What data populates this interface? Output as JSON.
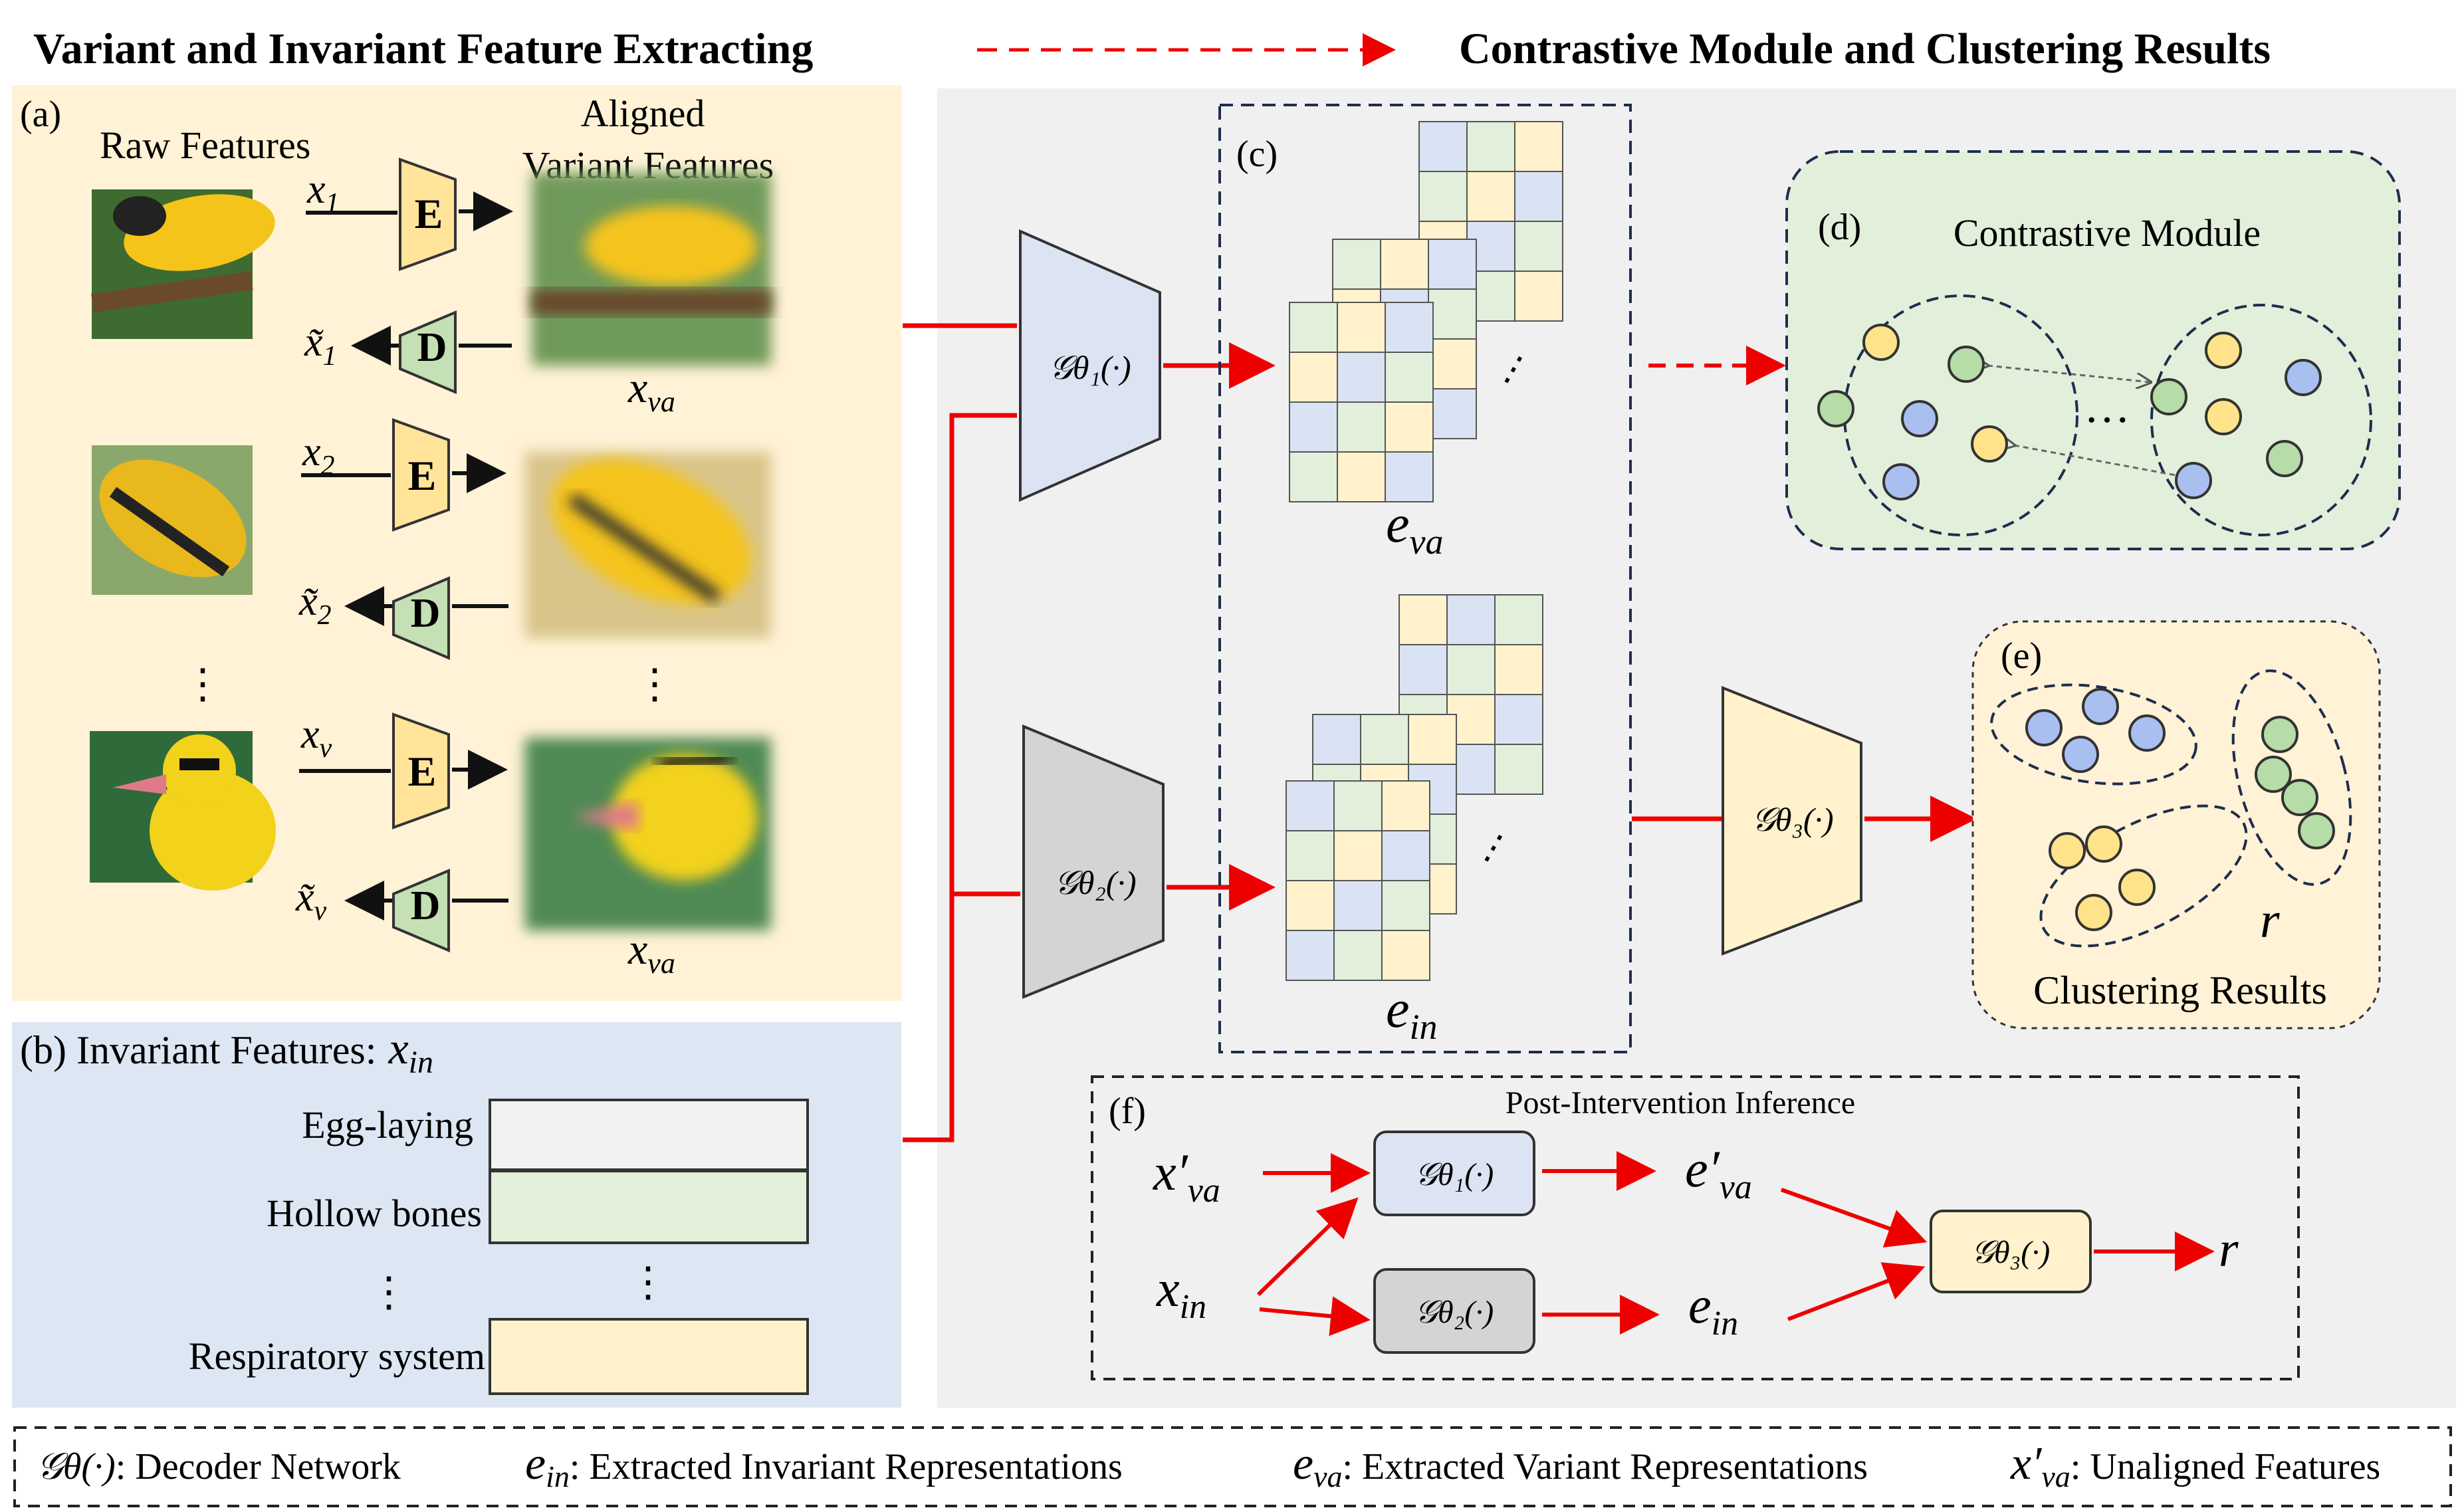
{
  "header": {
    "left_title": "Variant and Invariant Feature Extracting",
    "right_title": "Contrastive Module and Clustering Results"
  },
  "panel_a": {
    "tag": "(a)",
    "raw_label": "Raw Features",
    "aligned_label_1": "Aligned",
    "aligned_label_2": "Variant Features",
    "encoder": "E",
    "decoder": "D",
    "rows": [
      {
        "x": "x",
        "x_sub": "1",
        "xr": "x̃",
        "xr_sub": "1",
        "out": "x",
        "out_sub": "va"
      },
      {
        "x": "x",
        "x_sub": "2",
        "xr": "x̃",
        "xr_sub": "2",
        "out": "",
        "out_sub": ""
      },
      {
        "x": "x",
        "x_sub": "v",
        "xr": "x̃",
        "xr_sub": "v",
        "out": "x",
        "out_sub": "va"
      }
    ],
    "ellipsis": "⋮"
  },
  "panel_b": {
    "tag": "(b) Invariant Features:",
    "var": "x",
    "var_sub": "in",
    "items": [
      "Egg-laying",
      "Hollow bones",
      "Respiratory system"
    ],
    "colors": [
      "#f2f2f2",
      "#e2efda",
      "#fff2cc"
    ]
  },
  "panel_c": {
    "tag": "(c)",
    "e_va": "e",
    "e_va_sub": "va",
    "e_in": "e",
    "e_in_sub": "in",
    "g1": "𝒢θ₁(·)",
    "g2": "𝒢θ₂(·)",
    "g3": "𝒢θ₃(·)"
  },
  "panel_d": {
    "tag": "(d)",
    "title": "Contrastive Module",
    "dots": "···"
  },
  "panel_e": {
    "tag": "(e)",
    "title": "Clustering Results",
    "r": "r"
  },
  "panel_f": {
    "tag": "(f)",
    "title": "Post-Intervention Inference",
    "x_va": "x′",
    "x_va_sub": "va",
    "x_in": "x",
    "x_in_sub": "in",
    "e_va": "e′",
    "e_va_sub": "va",
    "e_in": "e",
    "e_in_sub": "in",
    "g1": "𝒢θ₁(·)",
    "g2": "𝒢θ₂(·)",
    "g3": "𝒢θ₃(·)",
    "r": "r"
  },
  "legend": {
    "g": "𝒢θ(·)",
    "g_desc": ": Decoder Network",
    "e_in": "e",
    "e_in_sub": "in",
    "e_in_desc": ": Extracted Invariant Representations",
    "e_va": "e",
    "e_va_sub": "va",
    "e_va_desc": ": Extracted Variant Representations",
    "x_va": "x′",
    "x_va_sub": "va",
    "x_va_desc": ": Unaligned Features"
  },
  "colors": {
    "red": "#ee0000",
    "yellow_bg": "#fff2d6",
    "blue_bg": "#dce7f3",
    "gray_bg": "#f0f0f0",
    "green_bg": "#e2efda",
    "dot_yellow": "#ffe38a",
    "dot_blue": "#a9bff0",
    "dot_green": "#b6dca8",
    "enc_yellow": "#ffe49a",
    "dec_green": "#c5e0b4"
  }
}
